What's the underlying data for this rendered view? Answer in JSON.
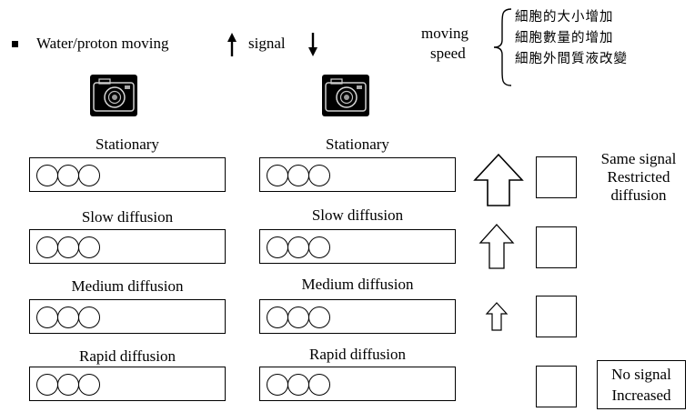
{
  "header": {
    "bullet_text": "Water/proton moving",
    "signal_text": "signal",
    "moving_label": "moving",
    "speed_label": "speed",
    "causes": [
      "細胞的大小增加",
      "細胞數量的增加",
      "細胞外間質液改變"
    ]
  },
  "columns": [
    {
      "rows": [
        {
          "label": "Stationary"
        },
        {
          "label": "Slow diffusion"
        },
        {
          "label": "Medium diffusion"
        },
        {
          "label": "Rapid  diffusion"
        }
      ]
    },
    {
      "rows": [
        {
          "label": "Stationary"
        },
        {
          "label": "Slow diffusion"
        },
        {
          "label": "Medium diffusion"
        },
        {
          "label": "Rapid  diffusion"
        }
      ]
    }
  ],
  "right_notes": {
    "top": [
      "Same signal",
      "Restricted",
      "diffusion"
    ],
    "bottom": [
      "No signal",
      "Increased"
    ]
  },
  "icons": {
    "camera": "camera-icon",
    "arrow_up": "arrow-up-icon",
    "arrow_down": "arrow-down-icon",
    "brace": "left-brace-icon"
  }
}
